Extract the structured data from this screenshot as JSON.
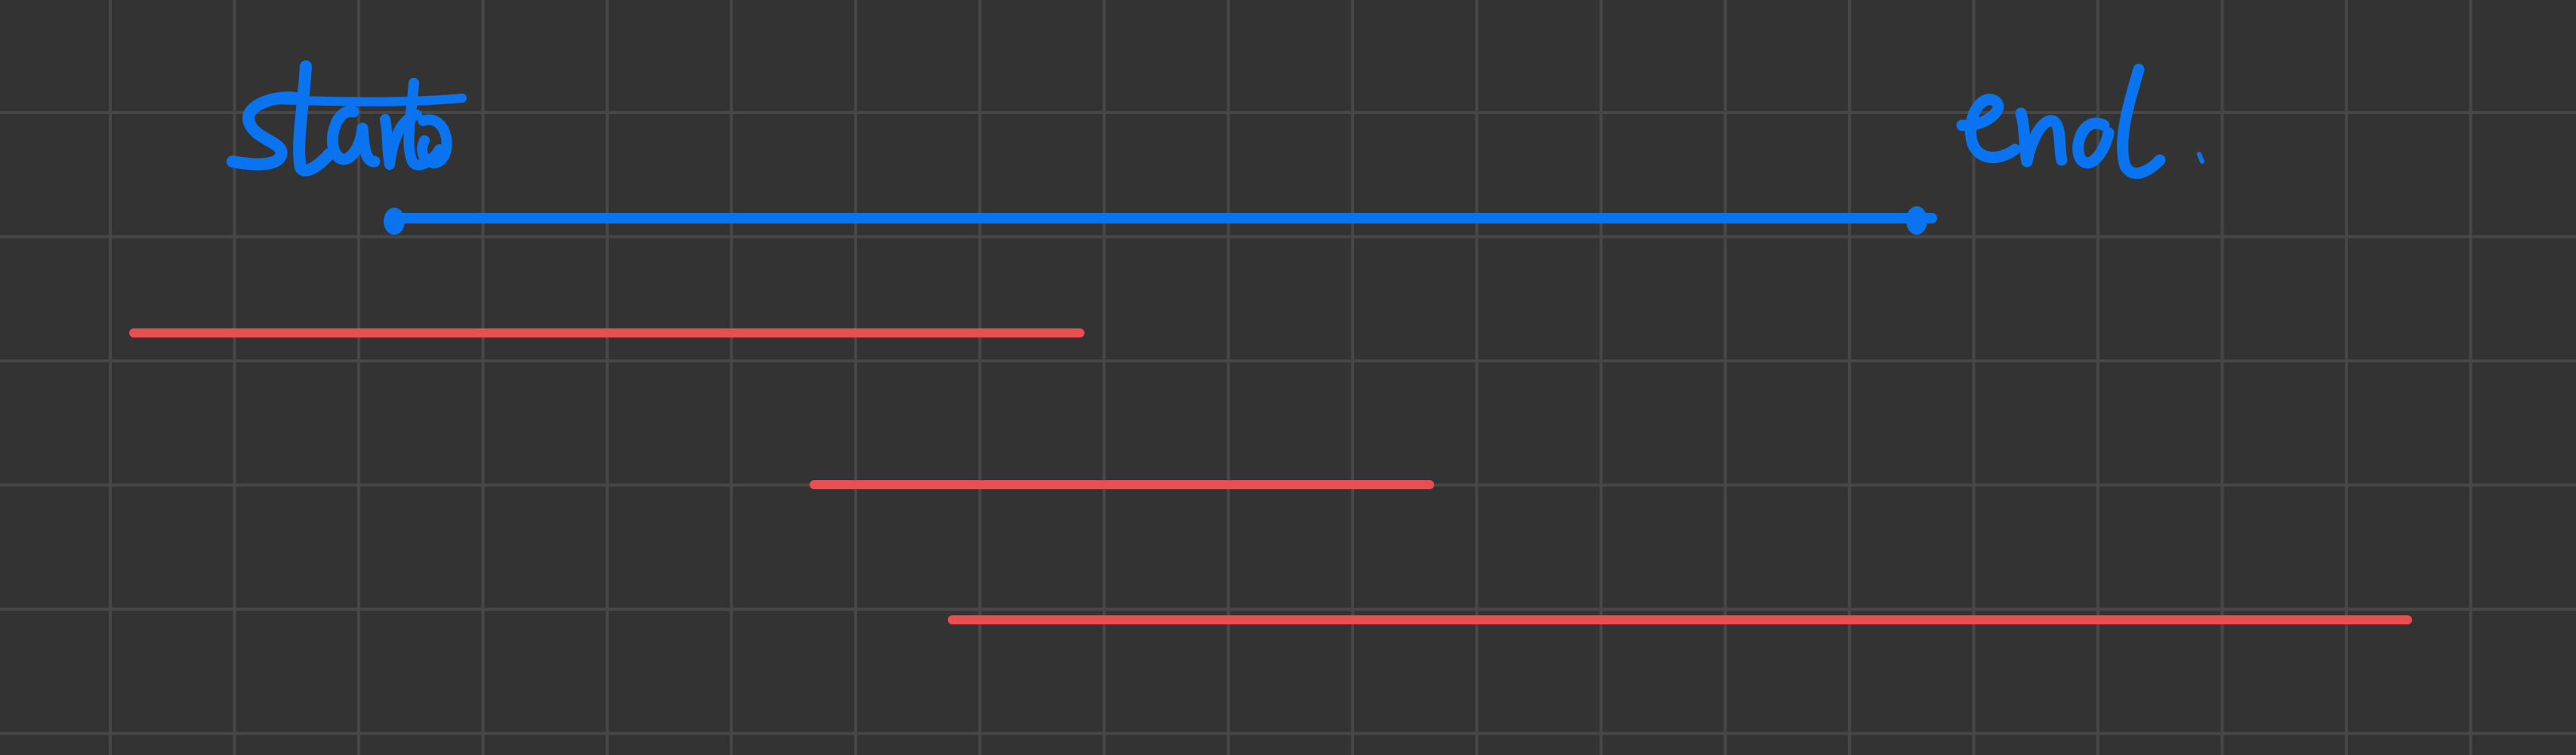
{
  "canvas": {
    "background": "#333333",
    "grid_color": "#474747",
    "grid_visible": true
  },
  "annotations": {
    "start_label": "start",
    "end_label": "end",
    "ink_color": "#0A74F0"
  },
  "segments": {
    "color": "#EC4D4F",
    "count": 3
  }
}
